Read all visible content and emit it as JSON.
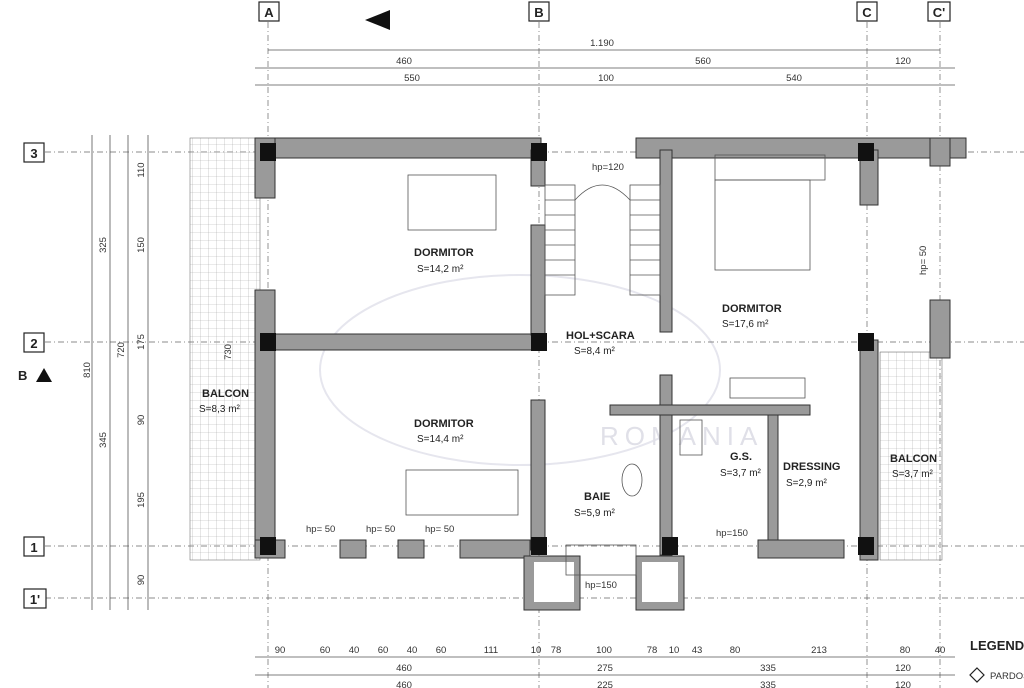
{
  "axes": {
    "letters": [
      "A",
      "B",
      "C",
      "C'"
    ],
    "numbers": [
      "3",
      "2",
      "1",
      "1'"
    ],
    "section_marker": "B"
  },
  "rooms": [
    {
      "name": "DORMITOR",
      "area": "S=14,2 m²"
    },
    {
      "name": "DORMITOR",
      "area": "S=14,4 m²"
    },
    {
      "name": "DORMITOR",
      "area": "S=17,6 m²"
    },
    {
      "name": "HOL+SCARA",
      "area": "S=8,4 m²"
    },
    {
      "name": "BAIE",
      "area": "S=5,9 m²"
    },
    {
      "name": "G.S.",
      "area": "S=3,7 m²"
    },
    {
      "name": "DRESSING",
      "area": "S=2,9 m²"
    },
    {
      "name": "BALCON",
      "area": "S=8,3 m²"
    },
    {
      "name": "BALCON",
      "area": "S=3,7 m²"
    }
  ],
  "top_dims": {
    "overall": "1.190",
    "row1": [
      "460",
      "560",
      "120"
    ],
    "row2": [
      "550",
      "100",
      "540"
    ]
  },
  "bottom_dims": {
    "row1": [
      "90",
      "60",
      "40",
      "60",
      "40",
      "60",
      "111",
      "10",
      "78",
      "100",
      "78",
      "10",
      "43",
      "80",
      "213",
      "80",
      "40"
    ],
    "row2": [
      "460",
      "275",
      "335",
      "120"
    ],
    "row3": [
      "460",
      "225",
      "335",
      "120"
    ]
  },
  "left_dims": {
    "outer": "810",
    "mid": [
      "325",
      "730",
      "345"
    ],
    "inner": [
      "110",
      "150",
      "175",
      "90",
      "195",
      "90"
    ],
    "col2": "720"
  },
  "window_labels": [
    "hp= 50",
    "hp= 50",
    "hp= 50",
    "hp=150",
    "hp=150",
    "hp= 50",
    "hp=120"
  ],
  "legend": {
    "title": "LEGENDA",
    "item": "PARDOS"
  },
  "watermark": "ROMANIA"
}
